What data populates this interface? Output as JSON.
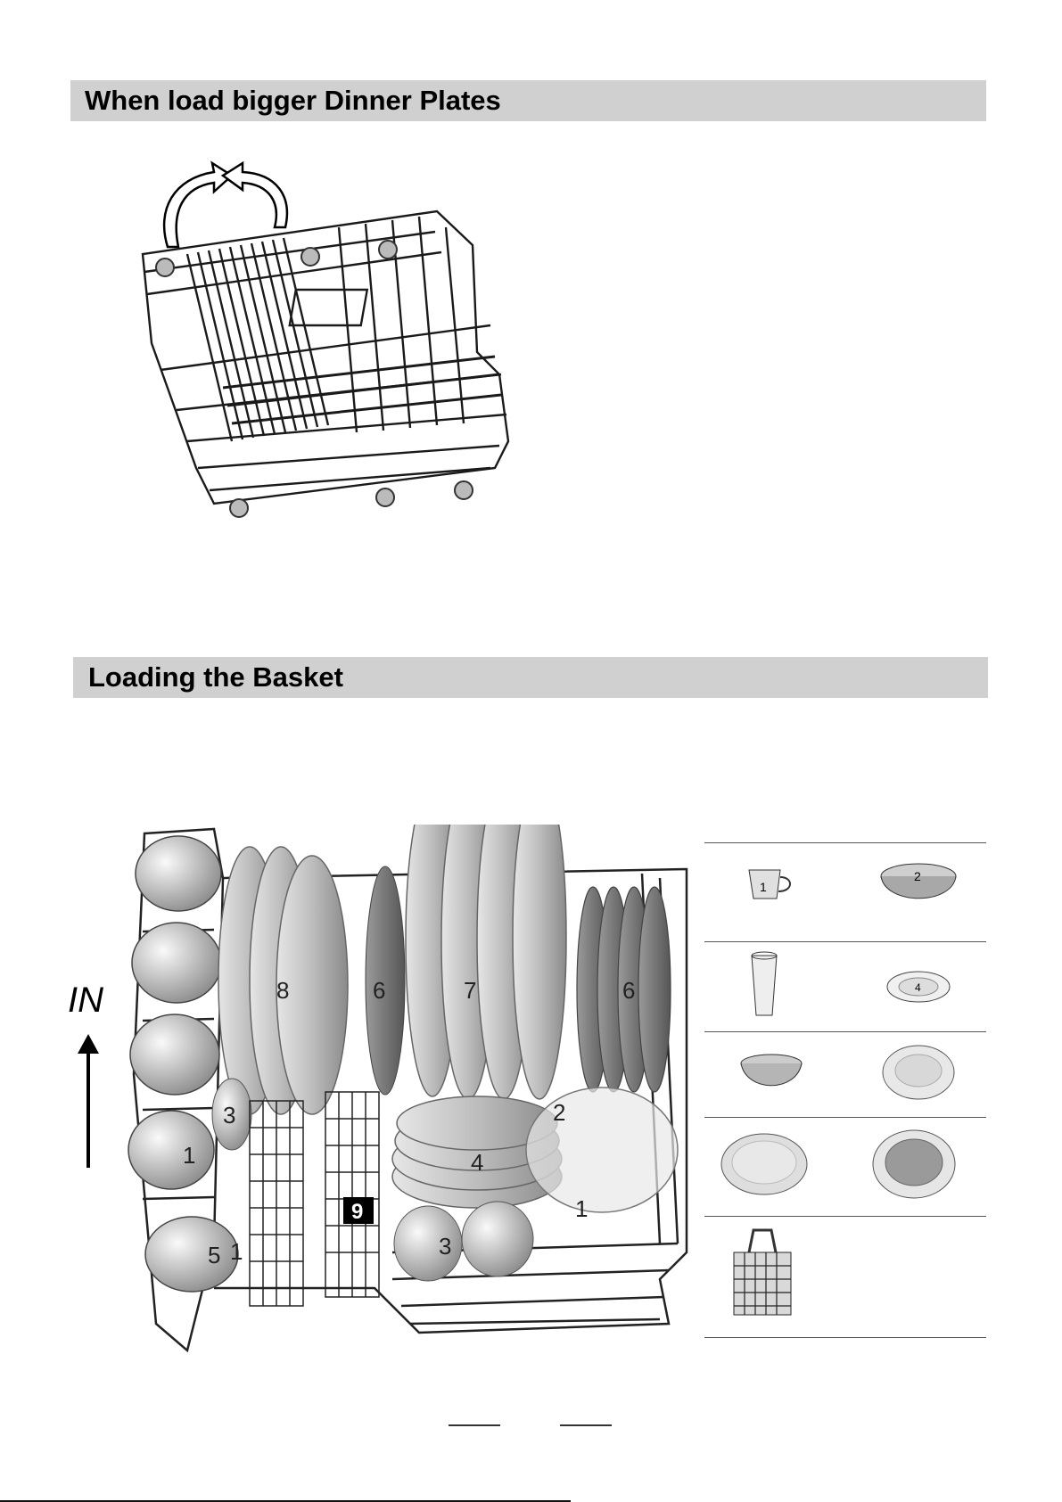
{
  "section1": {
    "title": "When load bigger Dinner Plates"
  },
  "section2": {
    "title": "Loading the Basket"
  },
  "direction": {
    "label": "IN"
  },
  "basket_labels": {
    "cup": "1",
    "bowl": "2",
    "glass": "3",
    "plate_large": "4",
    "small_bowl": "5",
    "dessert_plate": "6",
    "dinner_plate": "7",
    "soup_plate": "8",
    "cutlery": "9"
  },
  "legend": {
    "cup_num": "1",
    "bowl_num": "2",
    "small_dish_num": "4"
  }
}
